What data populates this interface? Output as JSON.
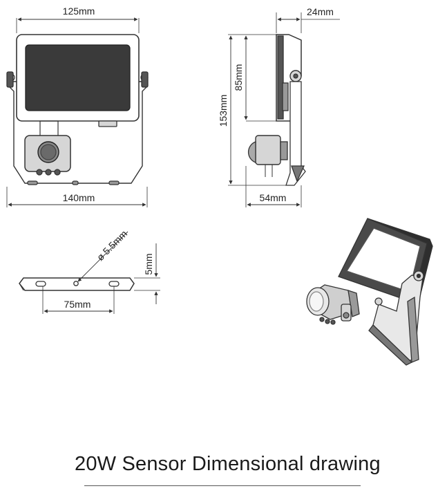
{
  "title": "20W Sensor Dimensional drawing",
  "dimensions": {
    "front_width": "125mm",
    "base_width": "140mm",
    "side_depth": "24mm",
    "total_height": "153mm",
    "bracket_height": "85mm",
    "bracket_depth": "54mm",
    "hole_diameter": "ø 5.5mm",
    "bracket_thickness": "5mm",
    "hole_spacing": "75mm"
  },
  "colors": {
    "line": "#333333",
    "fill_dark": "#3a3a3a",
    "fill_mid": "#6a6a6a",
    "fill_light": "#d6d6d6"
  }
}
